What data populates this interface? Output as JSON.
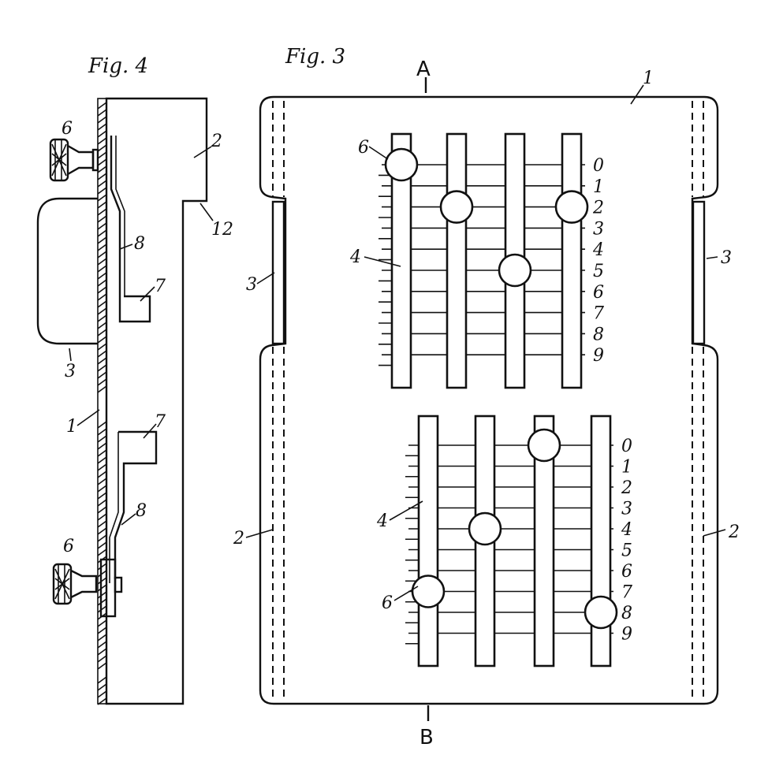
{
  "figures": {
    "fig4": {
      "title": "Fig. 4"
    },
    "fig3": {
      "title": "Fig. 3"
    }
  },
  "section_marks": {
    "top": "A",
    "bottom": "B"
  },
  "fig4_labels": {
    "knob_top": "6",
    "recess": "2",
    "step": "12",
    "spring_top": "8",
    "stop_top": "7",
    "grip": "3",
    "base_plate": "1",
    "stop_bottom": "7",
    "spring_bottom": "8",
    "knob_bottom": "6"
  },
  "fig3_labels": {
    "plate": "1",
    "knob_upper": "6",
    "slot_upper": "4",
    "edge_left": "3",
    "edge_right": "3",
    "slot_lower": "4",
    "knob_lower": "6",
    "side_left": "2",
    "side_right": "2"
  },
  "digit_scales": {
    "upper": [
      "0",
      "1",
      "2",
      "3",
      "4",
      "5",
      "6",
      "7",
      "8",
      "9"
    ],
    "lower": [
      "0",
      "1",
      "2",
      "3",
      "4",
      "5",
      "6",
      "7",
      "8",
      "9"
    ]
  },
  "knob_positions": {
    "upper": [
      0,
      2,
      5,
      2
    ],
    "lower": [
      7,
      4,
      0,
      8
    ]
  }
}
